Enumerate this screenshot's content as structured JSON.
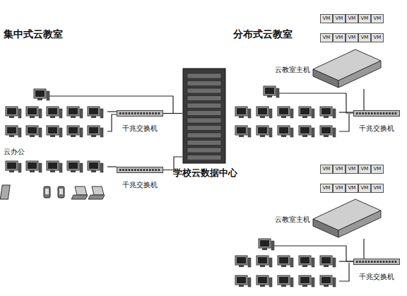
{
  "diagram": {
    "nodes": [
      {
        "text": [
          "千兆交换机"
        ]
      },
      {
        "text": [
          "千兆交换机"
        ]
      },
      {
        "text": [
          "学校云数据中心"
        ]
      },
      {
        "text": [
          "VM"
        ]
      },
      {
        "text": [
          "VM"
        ]
      },
      {
        "text": [
          "VM"
        ]
      },
      {
        "text": [
          "VM"
        ]
      },
      {
        "text": [
          "VM"
        ]
      },
      {
        "text": [
          "VM"
        ]
      },
      {
        "text": [
          "VM"
        ]
      },
      {
        "text": [
          "VM"
        ]
      },
      {
        "text": [
          "VM"
        ]
      },
      {
        "text": [
          "VM"
        ]
      },
      {
        "text": [
          "云教室主机"
        ]
      },
      {
        "text": [
          "千兆交换机"
        ]
      },
      {
        "text": [
          "VM"
        ]
      },
      {
        "text": [
          "VM"
        ]
      },
      {
        "text": [
          "VM"
        ]
      },
      {
        "text": [
          "VM"
        ]
      },
      {
        "text": [
          "VM"
        ]
      },
      {
        "text": [
          "VM"
        ]
      },
      {
        "text": [
          "VM"
        ]
      },
      {
        "text": [
          "VM"
        ]
      },
      {
        "text": [
          "VM"
        ]
      },
      {
        "text": [
          "VM"
        ]
      },
      {
        "text": [
          "云教室主机"
        ]
      },
      {
        "text": [
          "千兆交换机"
        ]
      }
    ],
    "edges": [
      {
        "from": 0,
        "to": 2,
        "arrow": "none"
      },
      {
        "from": 1,
        "to": 2,
        "arrow": "none"
      },
      {
        "from": 13,
        "to": 14,
        "arrow": "none"
      },
      {
        "from": 25,
        "to": 26,
        "arrow": "none"
      }
    ],
    "labels": [
      "集中式云教室",
      "分布式云教室",
      "云办公"
    ]
  }
}
